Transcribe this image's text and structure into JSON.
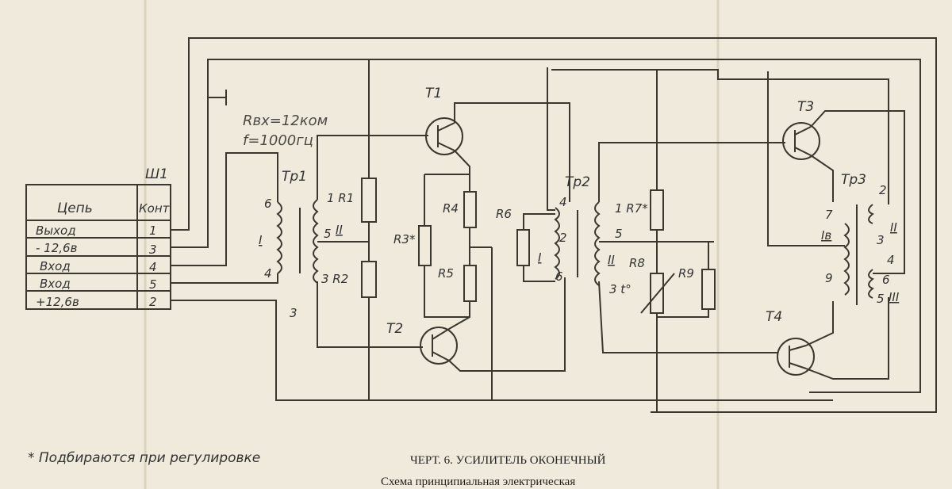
{
  "connector": {
    "name": "Ш1",
    "header_circuit": "Цепь",
    "header_contact": "Конт.",
    "rows": [
      {
        "circuit": "Выход",
        "contact": "1"
      },
      {
        "circuit": "- 12,6в",
        "contact": "3"
      },
      {
        "circuit": "Вход",
        "contact": "4"
      },
      {
        "circuit": "Вход",
        "contact": "5"
      },
      {
        "circuit": "+12,6в",
        "contact": "2"
      }
    ]
  },
  "annotations": {
    "rin": "Rвх=12ком",
    "freq": "f=1000гц",
    "stray_3": "3"
  },
  "components": {
    "tp1": "Тр1",
    "tp2": "Тр2",
    "tp3": "Тр3",
    "t1": "Т1",
    "t2": "Т2",
    "t3": "Т3",
    "t4": "Т4",
    "r1": "1 R1",
    "r2": "3 R2",
    "r3": "R3*",
    "r4": "R4",
    "r5": "R5",
    "r6": "R6",
    "r7": "1 R7*",
    "r8": "R8",
    "r9": "R9",
    "r8t": "3 t°"
  },
  "windings": {
    "tp1_6": "6",
    "tp1_4": "4",
    "tp1_I": "I",
    "tp1_5": "5",
    "tp1_II": "II",
    "tp2_4": "4",
    "tp2_2": "2",
    "tp2_6": "6",
    "tp2_I": "I",
    "tp2_5": "5",
    "tp2_II": "II",
    "tp3_7": "7",
    "tp3_Ib": "Iв",
    "tp3_9": "9",
    "tp3_2": "2",
    "tp3_3": "3",
    "tp3_II": "II",
    "tp3_4": "4",
    "tp3_6": "6",
    "tp3_5": "5",
    "tp3_III": "III"
  },
  "footer": {
    "note": "* Подбираются   при регулировке",
    "caption": "ЧЕРТ. 6. УСИЛИТЕЛЬ ОКОНЕЧНЫЙ",
    "subcaption": "Схема принципиальная электрическая"
  }
}
